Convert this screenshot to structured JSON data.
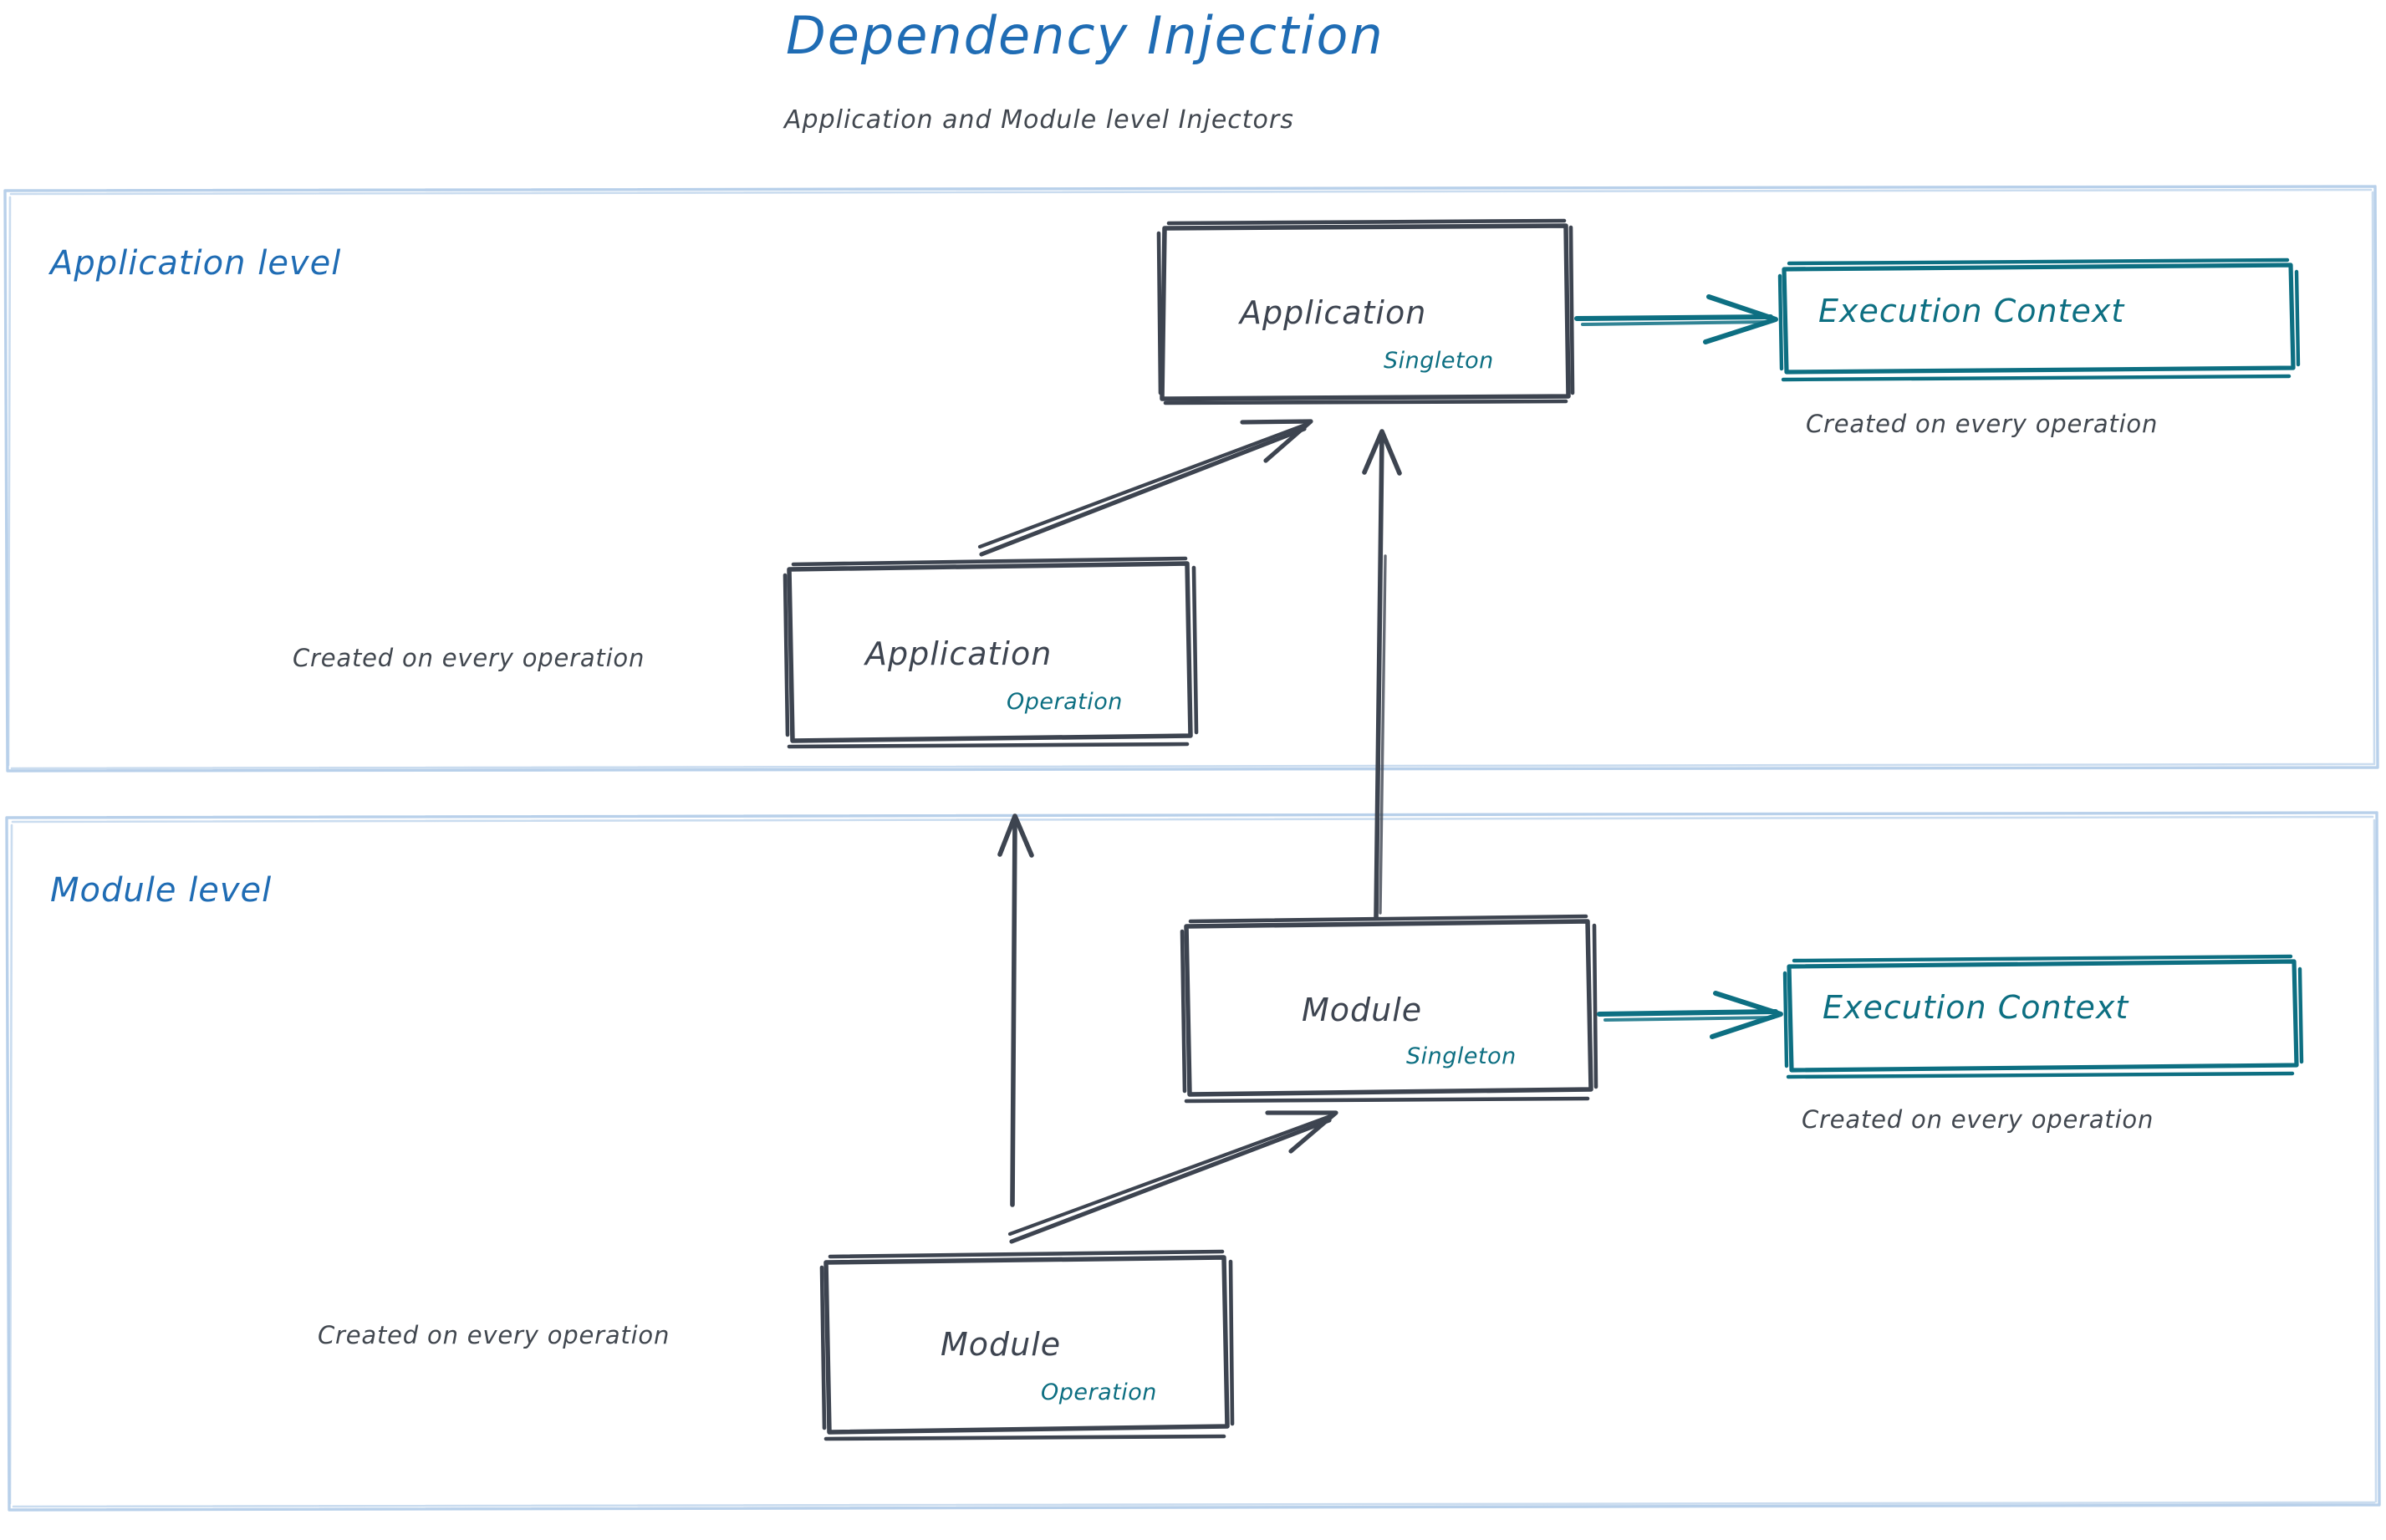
{
  "header": {
    "title": "Dependency Injection",
    "subtitle": "Application and Module level Injectors",
    "title_color": "#1f6cb4",
    "subtitle_color": "#41474f"
  },
  "palette": {
    "ink": "#3d4450",
    "teal": "#0d6f82",
    "blue": "#1f6cb4",
    "container_border": "#b8d0ea",
    "background": "#ffffff"
  },
  "containers": [
    {
      "id": "application-level",
      "label": "Application level"
    },
    {
      "id": "module-level",
      "label": "Module level"
    }
  ],
  "nodes": [
    {
      "id": "application-singleton",
      "title": "Application",
      "scope": "Singleton",
      "level": "Application level"
    },
    {
      "id": "application-operation",
      "title": "Application",
      "scope": "Operation",
      "level": "Application level",
      "caption": "Created on every operation"
    },
    {
      "id": "execution-context-application",
      "title": "Execution Context",
      "level": "Application level",
      "caption": "Created on every operation"
    },
    {
      "id": "module-singleton",
      "title": "Module",
      "scope": "Singleton",
      "level": "Module level"
    },
    {
      "id": "module-operation",
      "title": "Module",
      "scope": "Operation",
      "level": "Module level",
      "caption": "Created on every operation"
    },
    {
      "id": "execution-context-module",
      "title": "Execution Context",
      "level": "Module level",
      "caption": "Created on every operation"
    }
  ],
  "captions": {
    "application_operation": "Created on every operation",
    "execution_context_application": "Created on every operation",
    "module_operation": "Created on every operation",
    "execution_context_module": "Created on every operation"
  },
  "edges": [
    {
      "id": "app-singleton-to-exec-ctx",
      "from": "application-singleton",
      "to": "execution-context-application",
      "color": "#0d6f82",
      "style": "solid-arrow"
    },
    {
      "id": "app-operation-to-app-singleton",
      "from": "application-operation",
      "to": "application-singleton",
      "color": "#3d4450",
      "style": "solid-arrow"
    },
    {
      "id": "module-singleton-to-app-singleton",
      "from": "module-singleton",
      "to": "application-singleton",
      "color": "#3d4450",
      "style": "solid-arrow"
    },
    {
      "id": "module-operation-to-app-operation",
      "from": "module-operation",
      "to": "application-operation",
      "color": "#3d4450",
      "style": "solid-arrow"
    },
    {
      "id": "module-operation-to-module-singleton",
      "from": "module-operation",
      "to": "module-singleton",
      "color": "#3d4450",
      "style": "solid-arrow"
    },
    {
      "id": "module-singleton-to-exec-ctx",
      "from": "module-singleton",
      "to": "execution-context-module",
      "color": "#0d6f82",
      "style": "solid-arrow"
    }
  ]
}
